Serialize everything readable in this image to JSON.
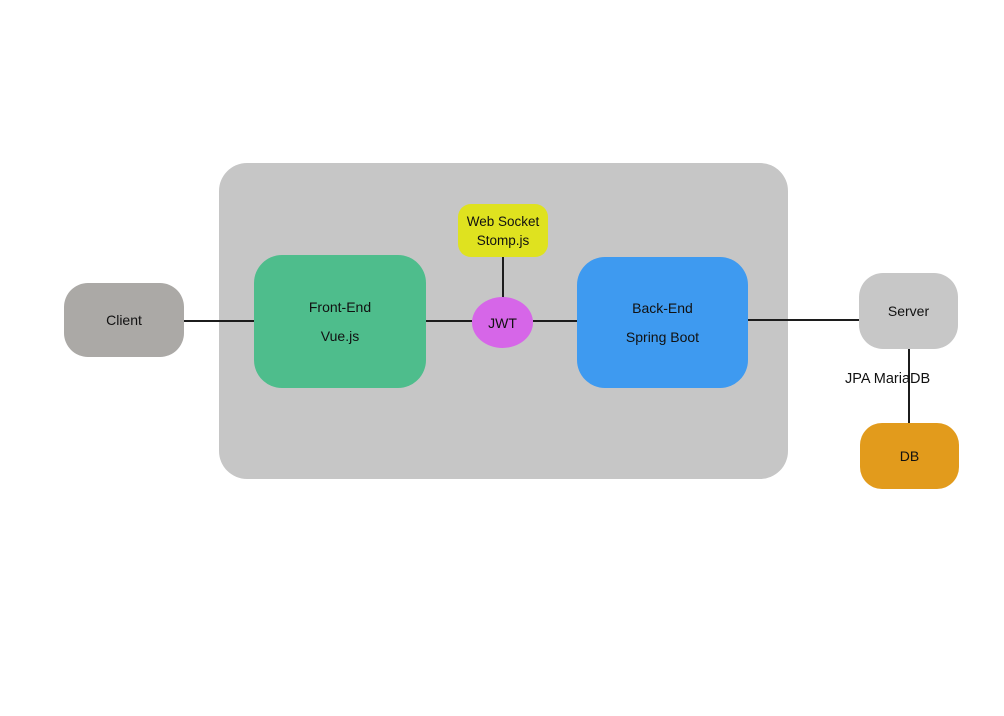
{
  "diagram": {
    "nodes": {
      "container": {
        "fill": "#c6c6c6"
      },
      "client": {
        "label": "Client",
        "fill": "#aba9a6"
      },
      "frontend": {
        "label_line1": "Front-End",
        "label_line2": "Vue.js",
        "fill": "#4ebd8c"
      },
      "websocket": {
        "label_line1": "Web Socket",
        "label_line2": "Stomp.js",
        "fill": "#dfe21f"
      },
      "jwt": {
        "label": "JWT",
        "fill": "#d666e8"
      },
      "backend": {
        "label_line1": "Back-End",
        "label_line2": "Spring Boot",
        "fill": "#3e9af0"
      },
      "server": {
        "label": "Server",
        "fill": "#c7c7c7"
      },
      "db": {
        "label": "DB",
        "fill": "#e29b1c"
      }
    },
    "edge_labels": {
      "server_db_line1": "JPA",
      "server_db_line2": "MariaDB"
    },
    "connector_color": "#1c1c1c"
  }
}
